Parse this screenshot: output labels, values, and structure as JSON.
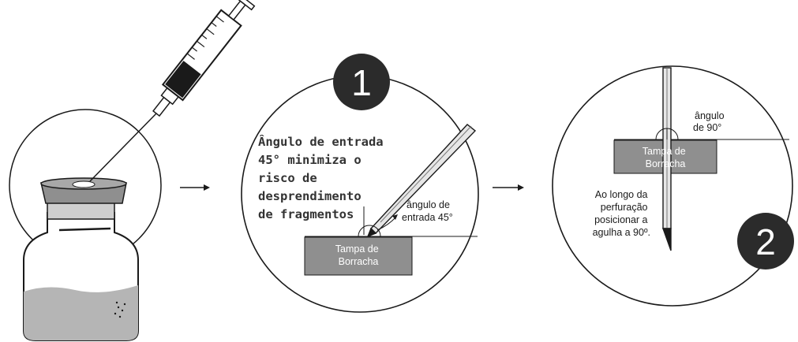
{
  "panel1": {
    "step_number": "1",
    "note_lines": [
      "Ângulo de entrada",
      "45° minimiza o",
      "risco de",
      "desprendimento",
      "de fragmentos"
    ],
    "angle_label_lines": [
      "ângulo de",
      "entrada 45°"
    ],
    "stopper_lines": [
      "Tampa de",
      "Borracha"
    ]
  },
  "panel2": {
    "step_number": "2",
    "angle_label_lines": [
      "ângulo",
      "de 90°"
    ],
    "stopper_lines": [
      "Tampa de",
      "Borracha"
    ],
    "note_lines": [
      "Ao longo da",
      "perfuração",
      "posicionar a",
      "agulha a 90º."
    ]
  },
  "colors": {
    "stroke": "#1a1a1a",
    "stopper": "#8f8f8f",
    "badge": "#2b2b2b",
    "liquid": "#b5b5b5"
  }
}
